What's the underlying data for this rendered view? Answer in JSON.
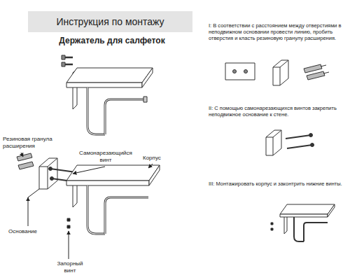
{
  "diagram": {
    "title": "Инструкция по монтажу",
    "labels": [
      "Держатель для салфеток",
      "Резиновая гранула расширения",
      "Самонарезающийся винт",
      "Корпус",
      "Основание",
      "Запорный винт",
      "I: В соответствии с расстоянием между отверстиями в неподвижном основании провести линию, пробить отверстия и класть резиновую гранулу расширения.",
      "II: С помощью самонарезающихся винтов закрепить неподвижное основание к стене.",
      "III: Монтажировать корпус и законтрить нижние винты."
    ]
  }
}
